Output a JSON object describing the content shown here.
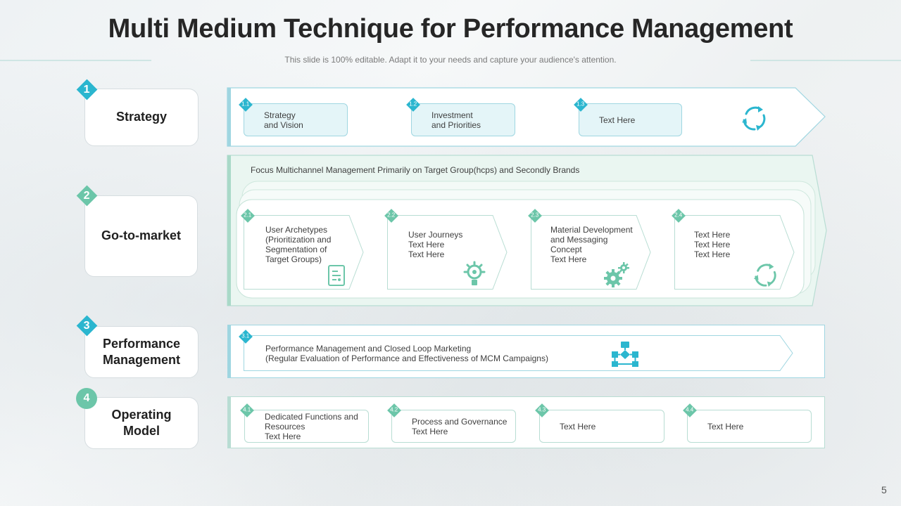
{
  "title": "Multi Medium Technique for Performance Management",
  "subtitle": "This slide is 100% editable. Adapt it to your needs and capture your audience's attention.",
  "page_number": "5",
  "colors": {
    "blue": "#2bb6cf",
    "green": "#6cc6a9",
    "blue_light": "#e4f5f8",
    "green_light": "#eaf6f1"
  },
  "rows": [
    {
      "number": "1",
      "label": "Strategy",
      "items": [
        {
          "num": "1.1",
          "text": "Strategy\nand Vision"
        },
        {
          "num": "1.2",
          "text": "Investment\nand Priorities"
        },
        {
          "num": "1.3",
          "text": "Text Here"
        }
      ],
      "icon": "refresh-icon"
    },
    {
      "number": "2",
      "label": "Go-to-market",
      "focus": "Focus Multichannel Management Primarily on Target Group(hcps) and Secondly Brands",
      "items": [
        {
          "num": "2.1",
          "text": "User Archetypes\n(Prioritization and\nSegmentation of\nTarget Groups)",
          "icon": "document-icon"
        },
        {
          "num": "2.2",
          "text": "User Journeys\nText Here\nText Here",
          "icon": "lightbulb-gear-icon"
        },
        {
          "num": "2.3",
          "text": "Material Development\nand Messaging\nConcept\nText Here",
          "icon": "gears-icon"
        },
        {
          "num": "2.4",
          "text": "Text Here\nText Here\nText Here",
          "icon": "refresh-icon"
        }
      ]
    },
    {
      "number": "3",
      "label": "Performance\nManagement",
      "items": [
        {
          "num": "3.1",
          "text": "Performance Management and Closed Loop Marketing\n(Regular Evaluation of Performance and Effectiveness of MCM  Campaigns)"
        }
      ],
      "icon": "flowchart-icon"
    },
    {
      "number": "4",
      "label": "Operating\nModel",
      "items": [
        {
          "num": "4.1",
          "text": "Dedicated Functions and\nResources\nText Here"
        },
        {
          "num": "4.2",
          "text": "Process and Governance\nText Here"
        },
        {
          "num": "4.3",
          "text": "Text Here"
        },
        {
          "num": "4.4",
          "text": "Text Here"
        }
      ]
    }
  ]
}
